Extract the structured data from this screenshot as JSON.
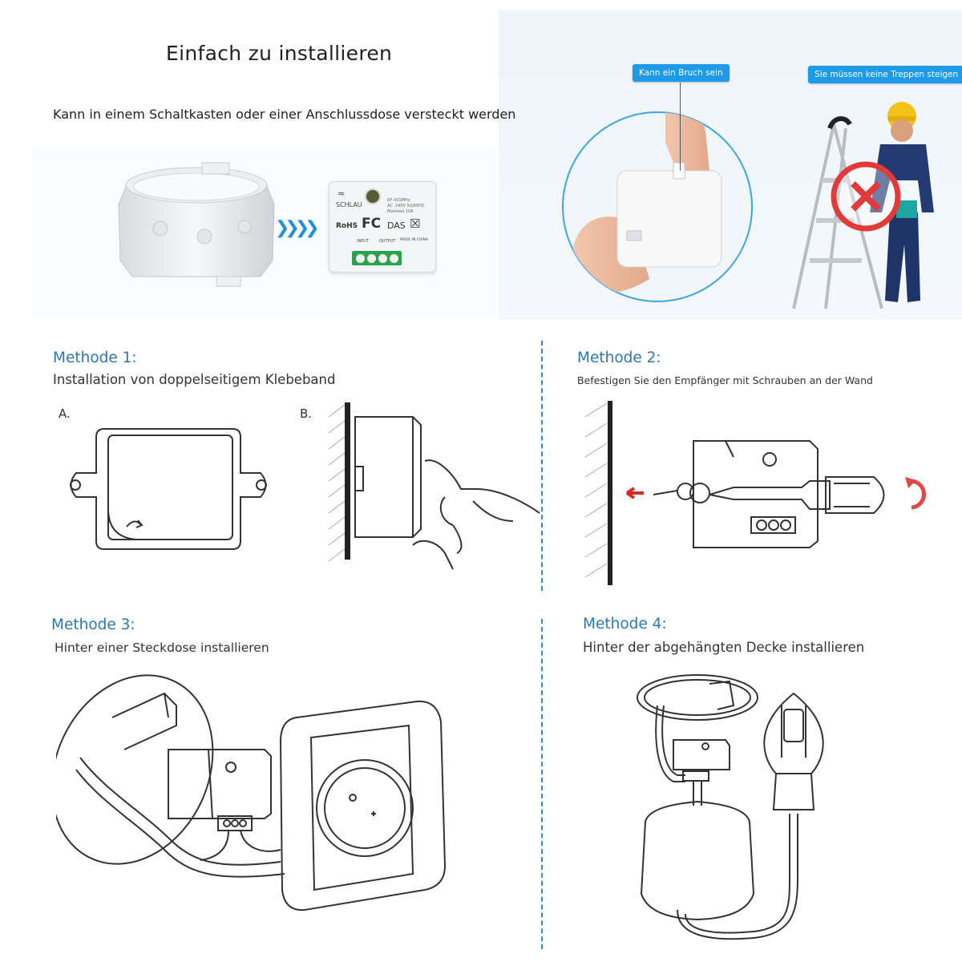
{
  "header": {
    "title": "Einfach zu installieren",
    "subtitle": "Kann in einem Schaltkasten oder einer Anschlussdose versteckt werden"
  },
  "badges": {
    "break": "Kann ein Bruch sein",
    "stairs": "Sie müssen keine Treppen steigen"
  },
  "device": {
    "brand": "SCHLAU",
    "rohs": "RoHS",
    "fc": "FC",
    "das": "DAS",
    "made": "MADE IN CHINA",
    "input": "INPUT",
    "output": "OUTPUT",
    "spec1": "RF-433MHz",
    "spec2": "AC",
    "spec3": "240V 50/60HZ",
    "spec4": "Maxload 10A"
  },
  "methods": [
    {
      "title": "Methode 1:",
      "desc": "Installation von doppelseitigem Klebeband",
      "labels": [
        "A.",
        "B."
      ]
    },
    {
      "title": "Methode 2:",
      "desc": "Befestigen Sie den Empfänger mit Schrauben an der Wand"
    },
    {
      "title": "Methode 3:",
      "desc": "Hinter einer Steckdose installieren"
    },
    {
      "title": "Methode 4:",
      "desc": "Hinter der abgehängten Decke installieren"
    }
  ],
  "colors": {
    "accent": "#2a78b5",
    "badge": "#1d9be8",
    "forbid": "#e23a3a",
    "arrow": "#1e8fe0"
  }
}
